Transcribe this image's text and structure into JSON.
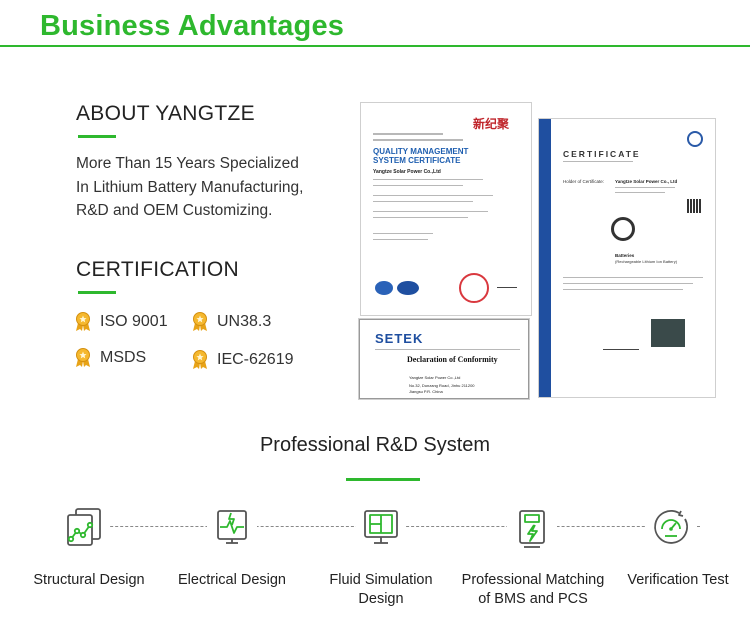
{
  "header": {
    "title": "Business Advantages"
  },
  "about": {
    "title": "ABOUT YANGTZE",
    "lines": [
      "More Than 15 Years Specialized",
      "In Lithium Battery Manufacturing,",
      "R&D and OEM Customizing."
    ]
  },
  "certification": {
    "title": "CERTIFICATION",
    "items": [
      "ISO 9001",
      "UN38.3",
      "MSDS",
      "IEC-62619"
    ]
  },
  "certificates": {
    "doc1": {
      "brand": "新纪聚",
      "title_line1": "QUALITY MANAGEMENT",
      "title_line2": "SYSTEM CERTIFICATE",
      "company": "Yangtze Solar Power Co.,Ltd"
    },
    "doc2": {
      "title": "CERTIFICATE",
      "company": "Yangtze Solar Power Co., Ltd",
      "product": "Batteries",
      "product_note": "(Rechargeable Lithium Ion Battery)"
    },
    "doc3": {
      "brand": "SETEK",
      "heading": "Declaration of Conformity",
      "company": "Yangtze Solar Power Co.,Ltd",
      "address_line1": "No.32, Dunzang Road, Jinhu 211200",
      "address_line2": "Jiangsu P.R. China"
    }
  },
  "rd": {
    "title": "Professional R&D System",
    "steps": [
      {
        "label_line1": "Structural Design",
        "label_line2": "",
        "icon": "structure-chart-icon"
      },
      {
        "label_line1": "Electrical Design",
        "label_line2": "",
        "icon": "electrical-circuit-icon"
      },
      {
        "label_line1": "Fluid Simulation",
        "label_line2": "Design",
        "icon": "fluid-monitor-icon"
      },
      {
        "label_line1": "Professional Matching",
        "label_line2": "of BMS and PCS",
        "icon": "battery-bolt-icon"
      },
      {
        "label_line1": "Verification Test",
        "label_line2": "",
        "icon": "gauge-check-icon"
      }
    ]
  },
  "colors": {
    "accent": "#2eb82e",
    "medal": "#e8a317",
    "doc_blue": "#1f4fa0"
  }
}
